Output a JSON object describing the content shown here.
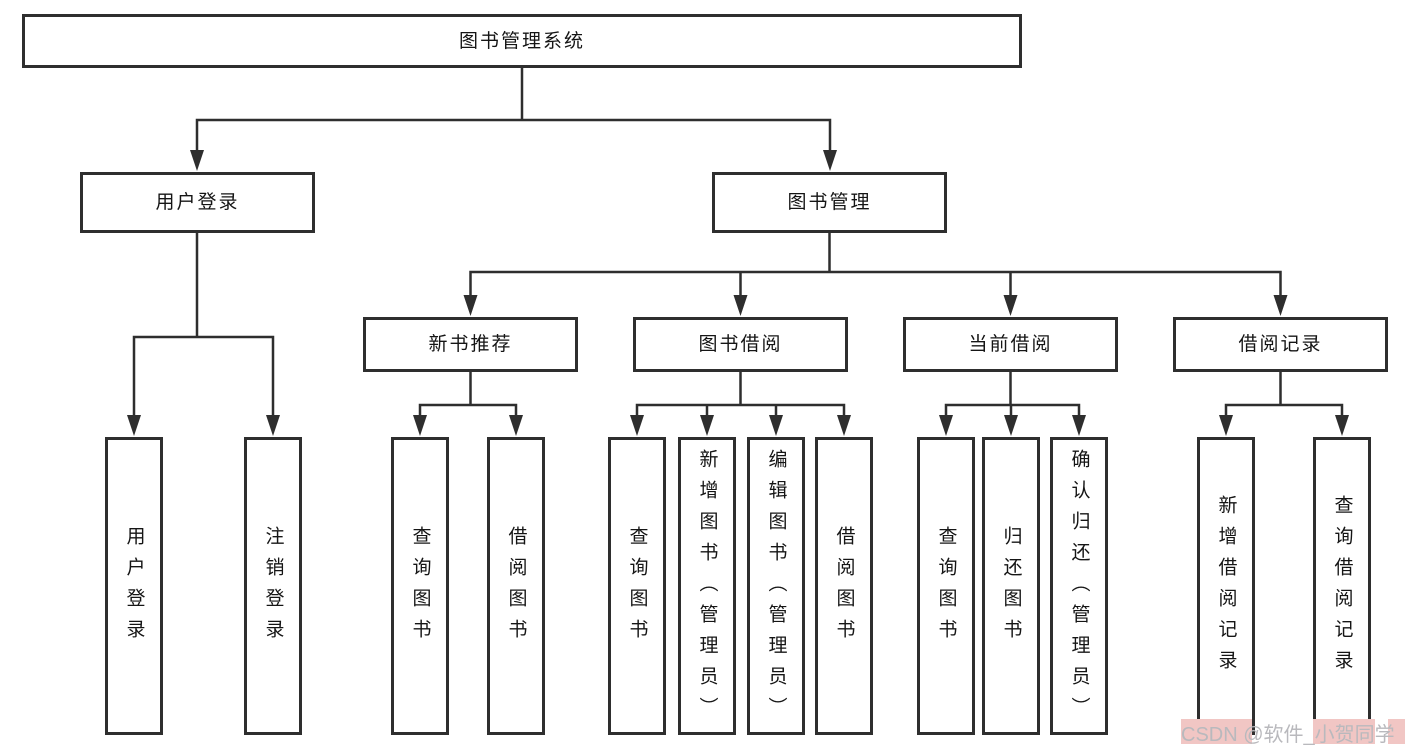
{
  "root": {
    "label": "图书管理系统"
  },
  "login_branch": {
    "label": "用户登录",
    "children": [
      {
        "label": "用户登录"
      },
      {
        "label": "注销登录"
      }
    ]
  },
  "management_branch": {
    "label": "图书管理",
    "groups": [
      {
        "label": "新书推荐",
        "children": [
          {
            "label": "查询图书"
          },
          {
            "label": "借阅图书"
          }
        ]
      },
      {
        "label": "图书借阅",
        "children": [
          {
            "label": "查询图书"
          },
          {
            "label": "新增图书（管理员）"
          },
          {
            "label": "编辑图书（管理员）"
          },
          {
            "label": "借阅图书"
          }
        ]
      },
      {
        "label": "当前借阅",
        "children": [
          {
            "label": "查询图书"
          },
          {
            "label": "归还图书"
          },
          {
            "label": "确认归还（管理员）"
          }
        ]
      },
      {
        "label": "借阅记录",
        "children": [
          {
            "label": "新增借阅记录"
          },
          {
            "label": "查询借阅记录"
          }
        ]
      }
    ]
  },
  "watermark": {
    "text": "CSDN @软件_小贺同学"
  }
}
